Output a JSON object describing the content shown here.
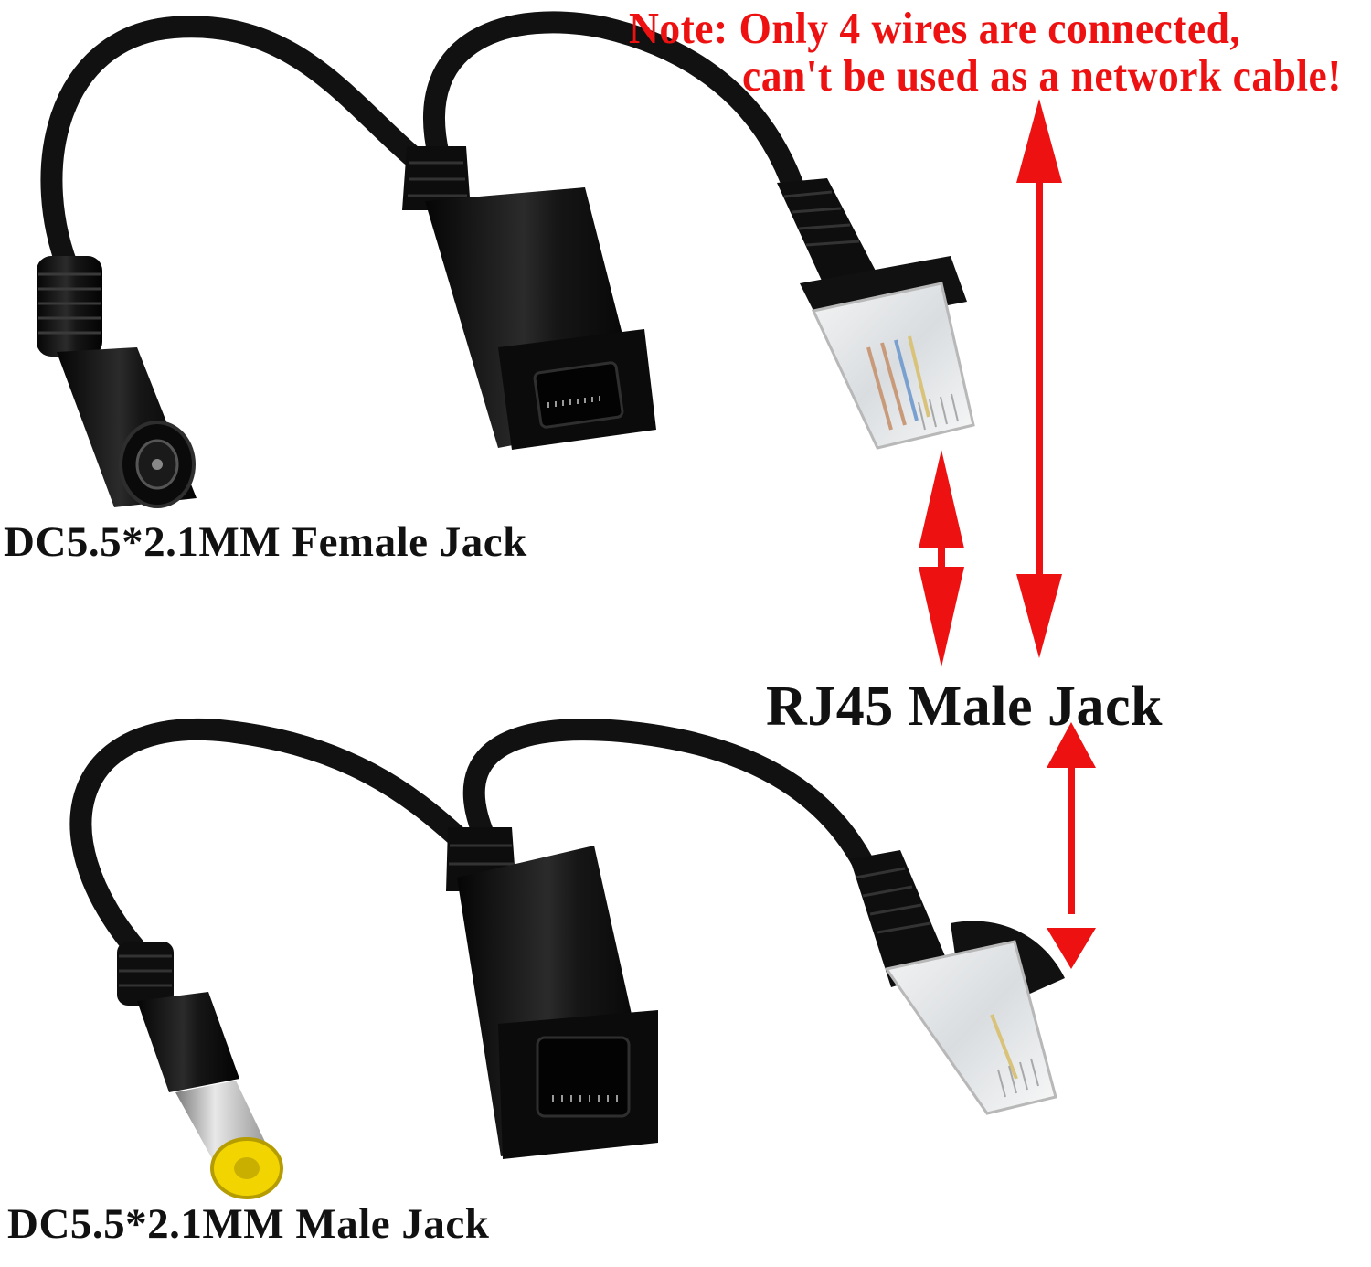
{
  "note": {
    "line1": "Note: Only 4 wires are connected,",
    "line2": "can't be used as a network cable!",
    "color": "#ee1111"
  },
  "labels": {
    "female_jack": "DC5.5*2.1MM Female Jack",
    "male_jack": "DC5.5*2.1MM Male Jack",
    "rj45": "RJ45 Male Jack"
  },
  "colors": {
    "cable": "#111111",
    "arrow": "#ee1111",
    "plug_tip": "#f2d500"
  }
}
